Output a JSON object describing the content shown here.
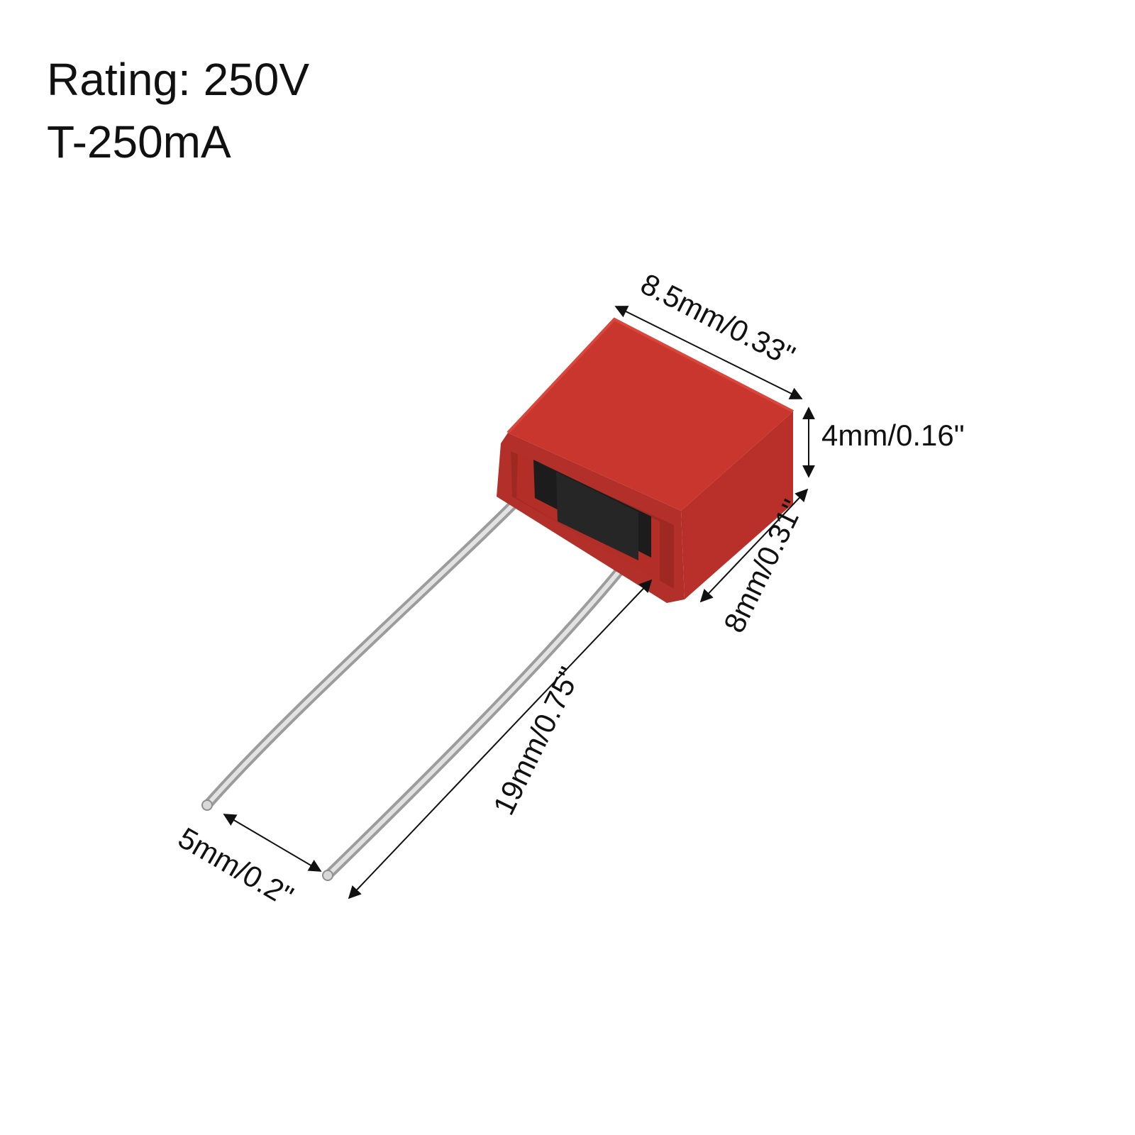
{
  "specs": {
    "rating": "Rating: 250V",
    "current": "T-250mA"
  },
  "dimensions": {
    "length": "8.5mm/0.33\"",
    "height": "4mm/0.16\"",
    "width": "8mm/0.31\"",
    "lead_length": "19mm/0.75\"",
    "lead_spacing": "5mm/0.2\""
  },
  "colors": {
    "fuse_body": "#c9352c",
    "fuse_shadow": "#a82a22",
    "insulator": "#1e1e1e",
    "lead": "#c9c9c9",
    "dimension_line": "#111111"
  }
}
